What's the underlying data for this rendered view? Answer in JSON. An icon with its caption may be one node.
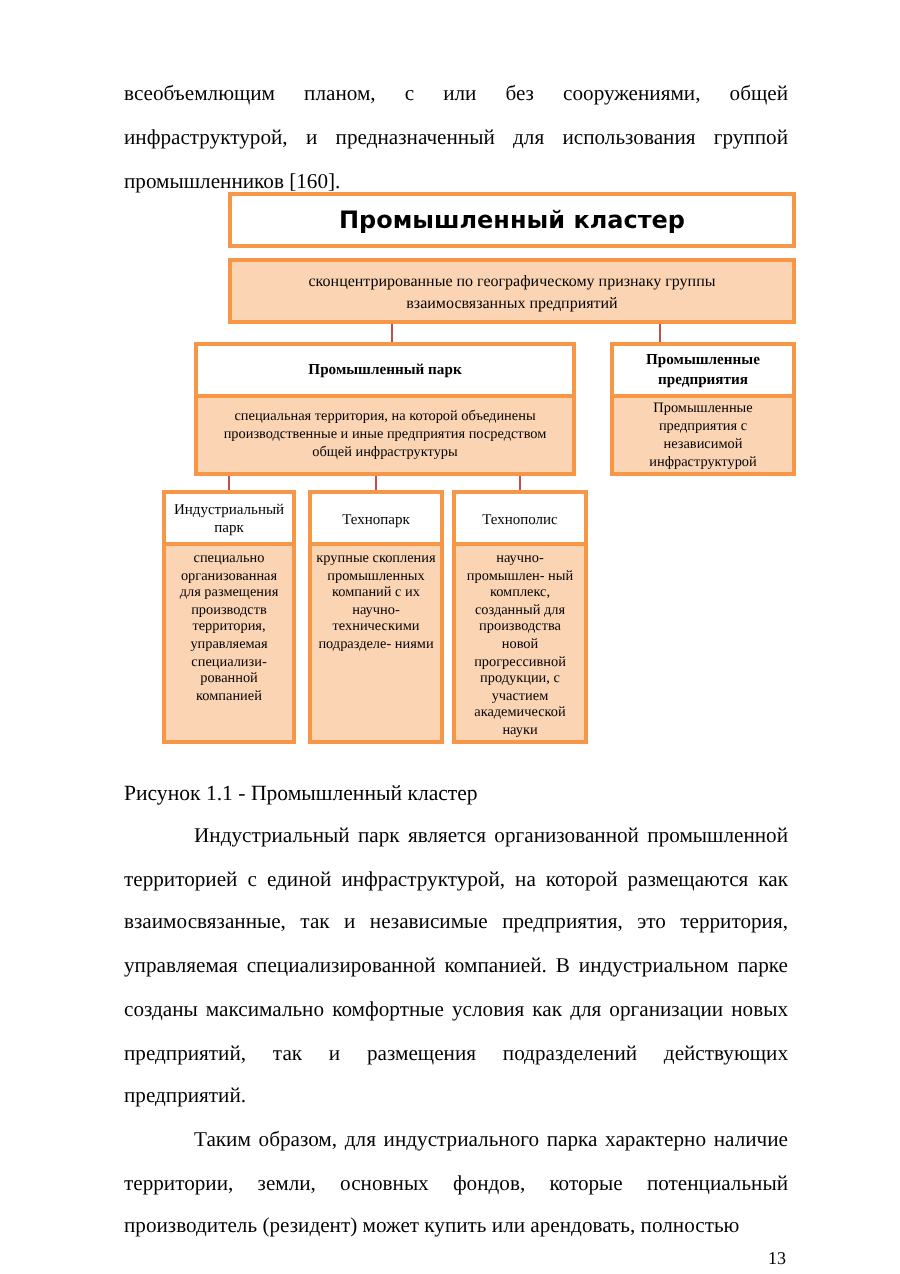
{
  "diagram": {
    "caption": "Рисунок 1.1 - Промышленный кластер",
    "nodes": [
      {
        "text": [
          "Промышленный кластер"
        ]
      },
      {
        "text": [
          "сконцентрированные по географическому признаку группы взаимосвязанных предприятий"
        ]
      },
      {
        "text": [
          "Промышленный парк",
          "специальная территория, на которой объединены производственные и иные предприятия посредством общей инфраструктуры"
        ]
      },
      {
        "text": [
          "Промышленные предприятия",
          "Промышленные предприятия с независимой инфраструктурой"
        ]
      },
      {
        "text": [
          "Индустриальный парк",
          "специально организованная для размещения производств территория, управляемая специализи- рованной компанией"
        ]
      },
      {
        "text": [
          "Технопарк",
          "крупные скопления промышленных компаний с их научно- техническими подразделе- ниями"
        ]
      },
      {
        "text": [
          "Технополис",
          "научно- промышлен- ный комплекс, созданный для производства новой прогрессивной продукции, с участием академической науки"
        ]
      }
    ],
    "edges": [
      {
        "from": 1,
        "to": 2,
        "arrow": "none"
      },
      {
        "from": 1,
        "to": 3,
        "arrow": "none"
      },
      {
        "from": 2,
        "to": 4,
        "arrow": "none"
      },
      {
        "from": 2,
        "to": 5,
        "arrow": "none"
      },
      {
        "from": 2,
        "to": 6,
        "arrow": "none"
      }
    ],
    "labels": [
      "всеобъемлющим планом, с или без сооружениями, общей инфраструктурой, и предназначенный для использования группой промышленников [160].",
      "Индустриальный парк является организованной промышленной территорией с единой инфраструктурой, на которой размещаются как взаимосвязанные, так и независимые предприятия, это территория, управляемая специализированной компанией. В индустриальном парке созданы максимально комфортные условия как для организации новых предприятий, так и размещения подразделений действующих предприятий.",
      "Таким образом, для индустриального парка характерно наличие территории, земли, основных фондов, которые потенциальный производитель (резидент) может купить или арендовать, полностью",
      "13"
    ]
  }
}
